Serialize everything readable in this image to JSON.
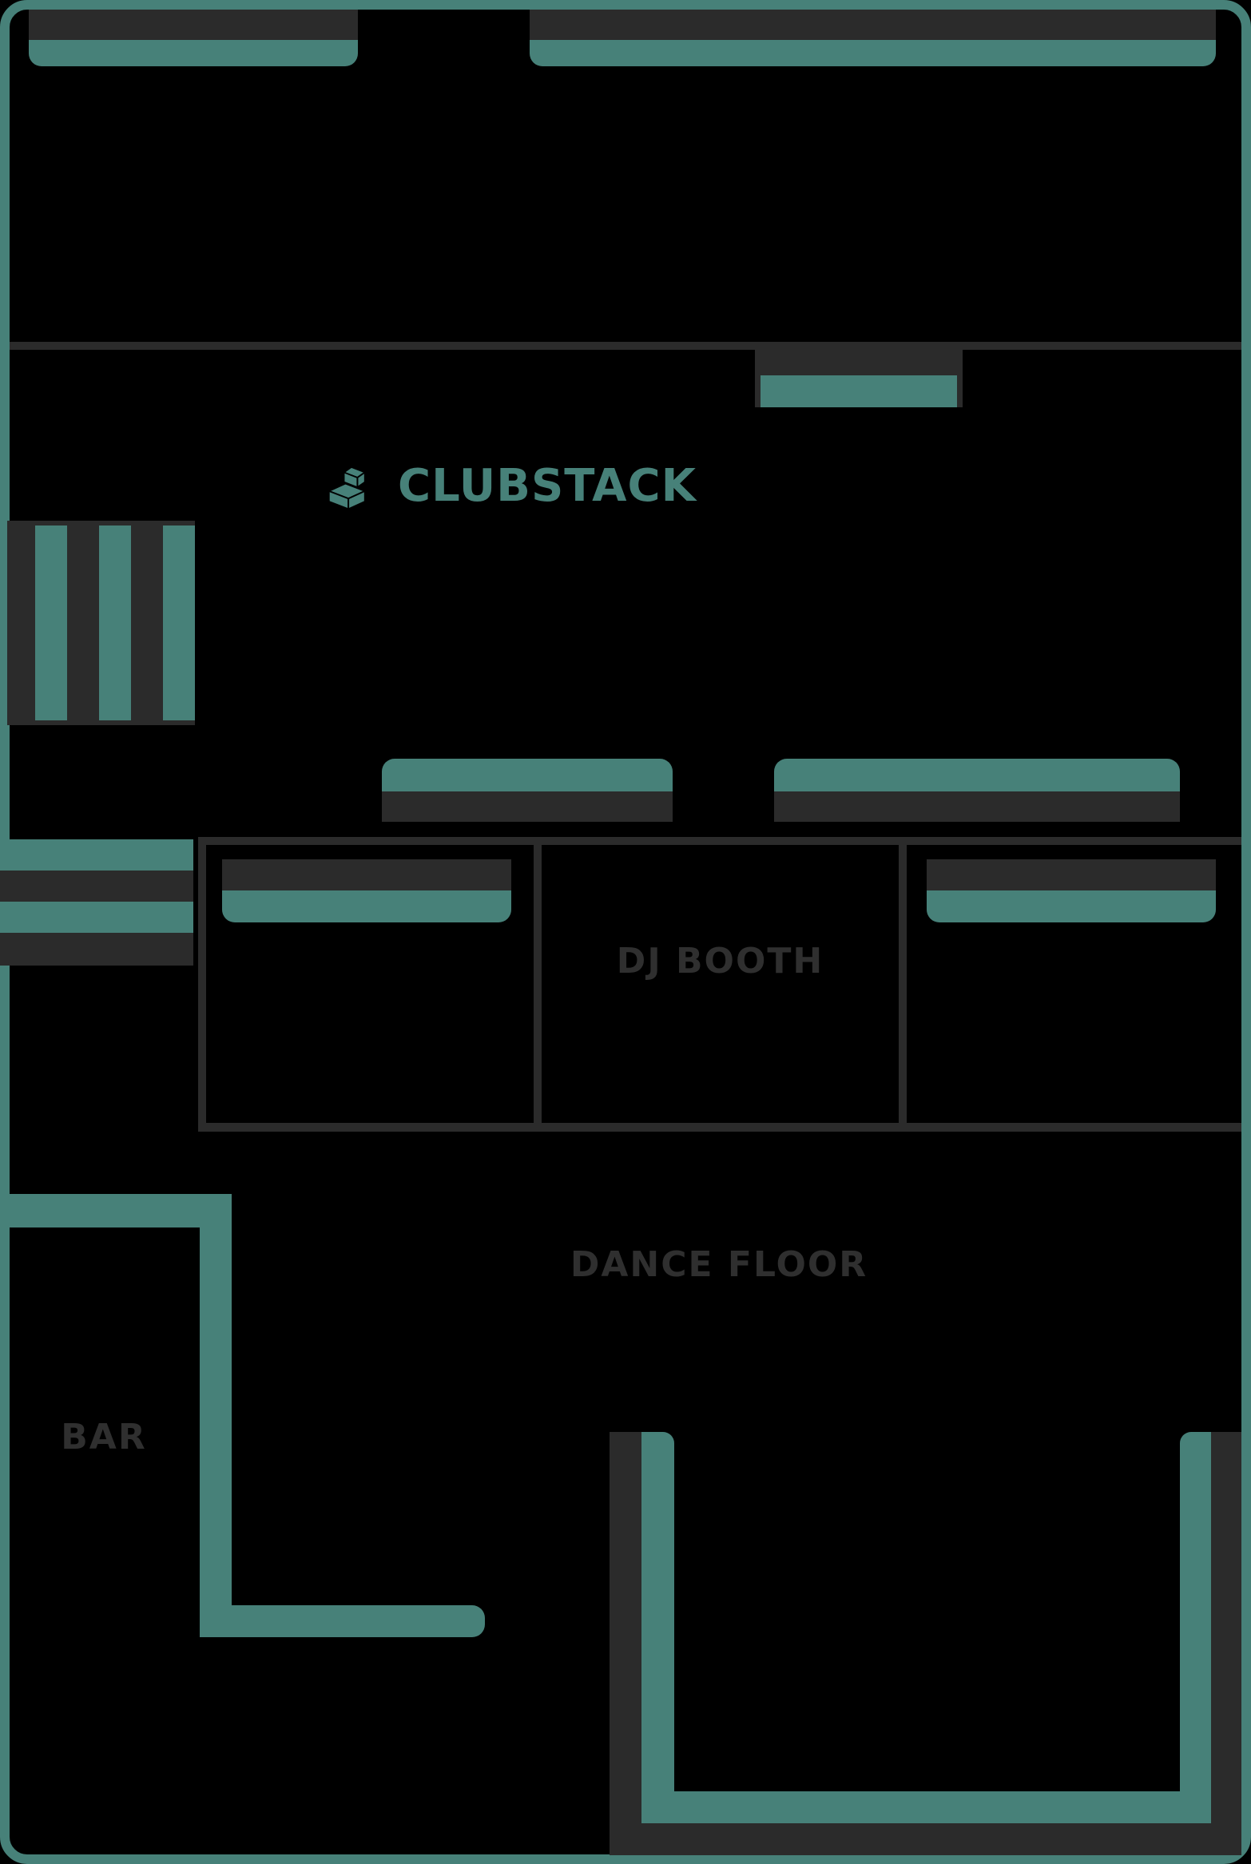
{
  "brand": {
    "logo_text": "CLUBSTACK",
    "logo_icon": "stacked-boxes-icon"
  },
  "colors": {
    "teal": "#478179",
    "dark": "#2b2b2b",
    "label": "#2f2f2f",
    "background": "#000000"
  },
  "zones": {
    "dj_booth_label": "DJ BOOTH",
    "dance_floor_label": "DANCE FLOOR",
    "bar_label": "BAR"
  }
}
